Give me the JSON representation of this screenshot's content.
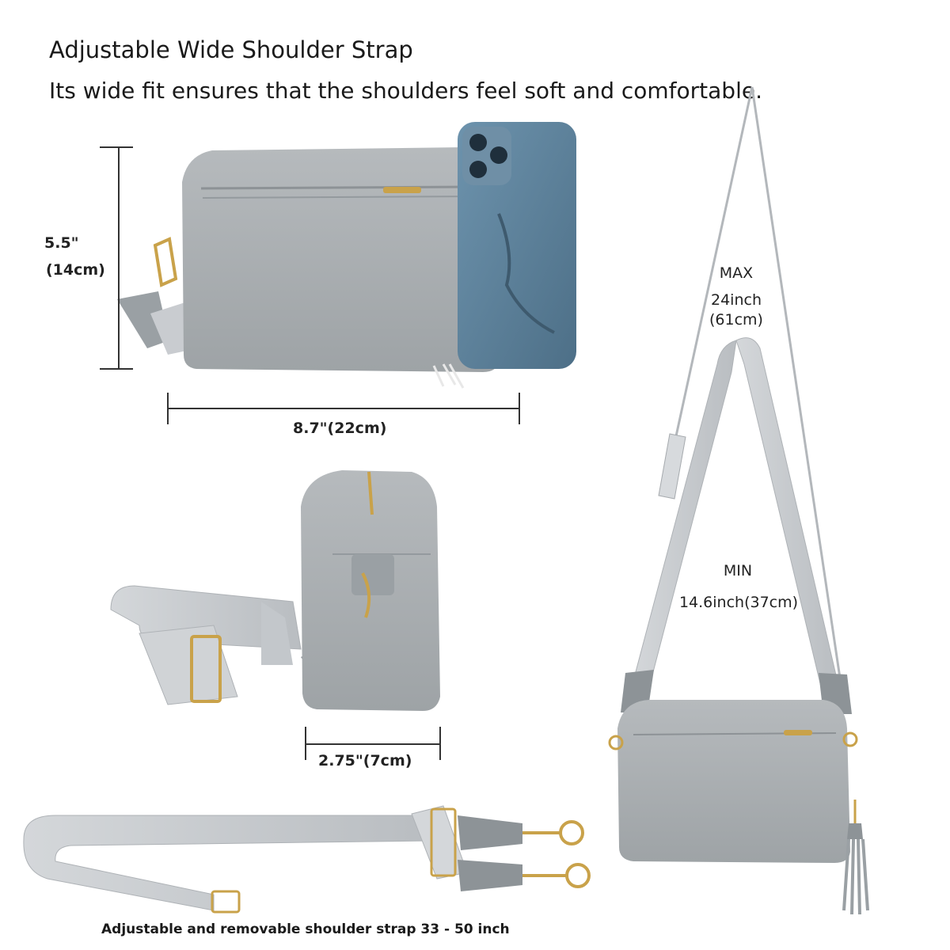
{
  "heading": {
    "title": "Adjustable Wide Shoulder Strap",
    "subtitle": "Its wide fit ensures that the shoulders feel soft and comfortable."
  },
  "dimensions": {
    "height_in": "5.5\"",
    "height_cm": "(14cm)",
    "width": "8.7\"(22cm)",
    "depth": "2.75\"(7cm)"
  },
  "strap_length": {
    "max_label": "MAX",
    "max_in": "24inch",
    "max_cm": "(61cm)",
    "min_label": "MIN",
    "min_value": "14.6inch(37cm)"
  },
  "footer": {
    "caption": "Adjustable and removable shoulder strap 33 - 50 inch"
  },
  "colors": {
    "bag": "#a9adb0",
    "bag_dark": "#8f9498",
    "strap": "#c9ccd0",
    "gold": "#c9a24a",
    "phone": "#5a7f99"
  }
}
